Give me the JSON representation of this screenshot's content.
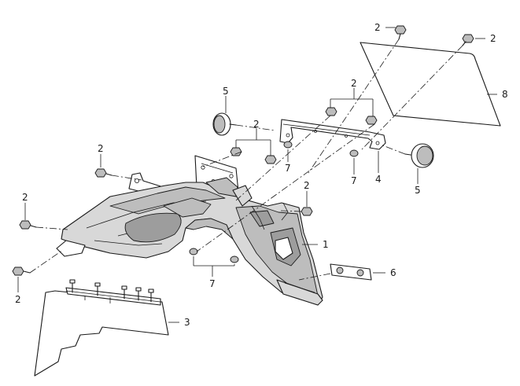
{
  "callouts": {
    "c1": "1",
    "c2a": "2",
    "c2b": "2",
    "c2c": "2",
    "c2d": "2",
    "c2e": "2",
    "c2f": "2",
    "c2g": "2",
    "c2h": "2",
    "c3": "3",
    "c4": "4",
    "c5a": "5",
    "c5b": "5",
    "c6": "6",
    "c7a": "7",
    "c7b": "7",
    "c7c": "7",
    "c8": "8"
  }
}
